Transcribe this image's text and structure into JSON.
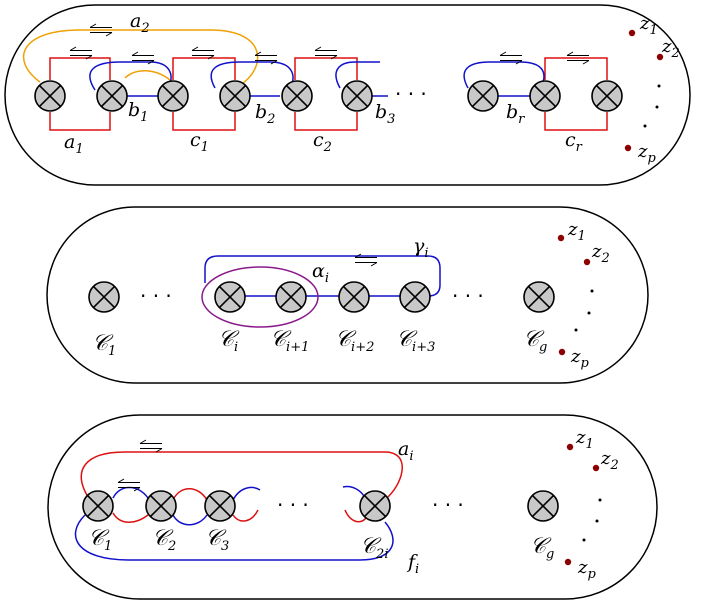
{
  "colors": {
    "red": "#dd1111",
    "blue": "#1111cc",
    "orange": "#f0a000",
    "purple": "#8a1a8a",
    "puncture": "#8b0000",
    "crosscap_fill": "#c8c8c8"
  },
  "panel1": {
    "labels": {
      "a2": {
        "base": "a",
        "sub": "2"
      },
      "a1": {
        "base": "a",
        "sub": "1"
      },
      "b1": {
        "base": "b",
        "sub": "1"
      },
      "b2": {
        "base": "b",
        "sub": "2"
      },
      "b3": {
        "base": "b",
        "sub": "3"
      },
      "br": {
        "base": "b",
        "sub": "r"
      },
      "c1": {
        "base": "c",
        "sub": "1"
      },
      "c2": {
        "base": "c",
        "sub": "2"
      },
      "cr": {
        "base": "c",
        "sub": "r"
      },
      "z1": {
        "base": "z",
        "sub": "1"
      },
      "z2": {
        "base": "z",
        "sub": "2"
      },
      "zp": {
        "base": "z",
        "sub": "p"
      }
    },
    "dots": "· · ·"
  },
  "panel2": {
    "labels": {
      "alpha": {
        "base": "α",
        "sub": "i"
      },
      "gamma": {
        "base": "γ",
        "sub": "i"
      },
      "C1": {
        "base": "𝒞",
        "sub": "1"
      },
      "Ci": {
        "base": "𝒞",
        "sub": "i"
      },
      "Ci1": {
        "base": "𝒞",
        "sub": "i+1"
      },
      "Ci2": {
        "base": "𝒞",
        "sub": "i+2"
      },
      "Ci3": {
        "base": "𝒞",
        "sub": "i+3"
      },
      "Cg": {
        "base": "𝒞",
        "sub": "g"
      },
      "z1": {
        "base": "z",
        "sub": "1"
      },
      "z2": {
        "base": "z",
        "sub": "2"
      },
      "zp": {
        "base": "z",
        "sub": "p"
      }
    },
    "dots_left": "· · ·",
    "dots_right": "· · ·"
  },
  "panel3": {
    "labels": {
      "ai": {
        "base": "a",
        "sub": "i"
      },
      "fi": {
        "base": "f",
        "sub": "i"
      },
      "C1": {
        "base": "𝒞",
        "sub": "1"
      },
      "C2": {
        "base": "𝒞",
        "sub": "2"
      },
      "C3": {
        "base": "𝒞",
        "sub": "3"
      },
      "C2i": {
        "base": "𝒞",
        "sub": "2i"
      },
      "Cg": {
        "base": "𝒞",
        "sub": "g"
      },
      "z1": {
        "base": "z",
        "sub": "1"
      },
      "z2": {
        "base": "z",
        "sub": "2"
      },
      "zp": {
        "base": "z",
        "sub": "p"
      }
    },
    "dots_left": "· · ·",
    "dots_right": "· · ·"
  }
}
